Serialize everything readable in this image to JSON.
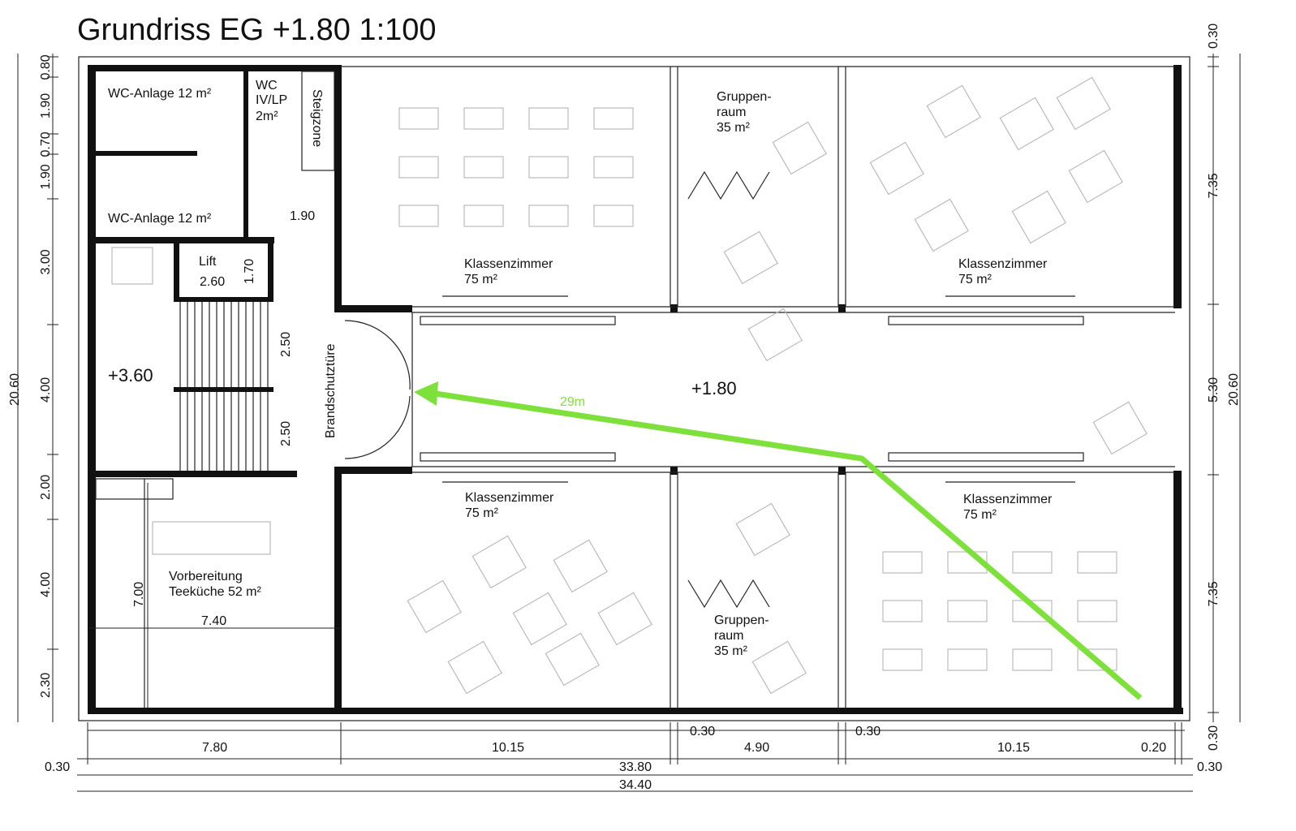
{
  "title": "Grundriss EG +1.80 1:100",
  "rooms": {
    "wc_upper": "WC-Anlage 12 m²",
    "wc_lower": "WC-Anlage 12 m²",
    "wc_iv_1": "WC",
    "wc_iv_2": "IV/LP",
    "wc_iv_3": "2m²",
    "steigzone": "Steigzone",
    "lift": "Lift",
    "lift_w": "2.60",
    "lift_h": "1.70",
    "level_360": "+3.60",
    "level_180": "+1.80",
    "brandschutz": "Brandschutztüre",
    "teekueche_1": "Vorbereitung",
    "teekueche_2": "Teeküche 52 m²",
    "teekueche_w": "7.40",
    "teekueche_h": "7.00",
    "klasse_tl_1": "Klassenzimmer",
    "klasse_tl_2": "75 m²",
    "klasse_tr_1": "Klassenzimmer",
    "klasse_tr_2": "75 m²",
    "klasse_bl_1": "Klassenzimmer",
    "klasse_bl_2": "75 m²",
    "klasse_br_1": "Klassenzimmer",
    "klasse_br_2": "75 m²",
    "gruppe_t_1": "Gruppen-",
    "gruppe_t_2": "raum",
    "gruppe_t_3": "35 m²",
    "gruppe_b_1": "Gruppen-",
    "gruppe_b_2": "raum",
    "gruppe_b_3": "35 m²",
    "corr_w": "1.90",
    "stair_1": "2.50",
    "stair_2": "2.50"
  },
  "escape_route": {
    "label": "29m",
    "color": "#7ee03a"
  },
  "dims": {
    "left": [
      "0.80",
      "1.90",
      "0.70",
      "1.90",
      "3.00",
      "4.00",
      "2.00",
      "4.00",
      "2.30"
    ],
    "left_total": "20.60",
    "right": [
      "0.30",
      "7.35",
      "5.30",
      "7.35",
      "0.30"
    ],
    "right_total": "20.60",
    "bottom": [
      "7.80",
      "10.15",
      "0.30",
      "4.90",
      "0.30",
      "10.15",
      "0.20"
    ],
    "bottom_sub": "33.80",
    "bottom_left": "0.30",
    "bottom_right": "0.30",
    "bottom_total": "34.40"
  }
}
